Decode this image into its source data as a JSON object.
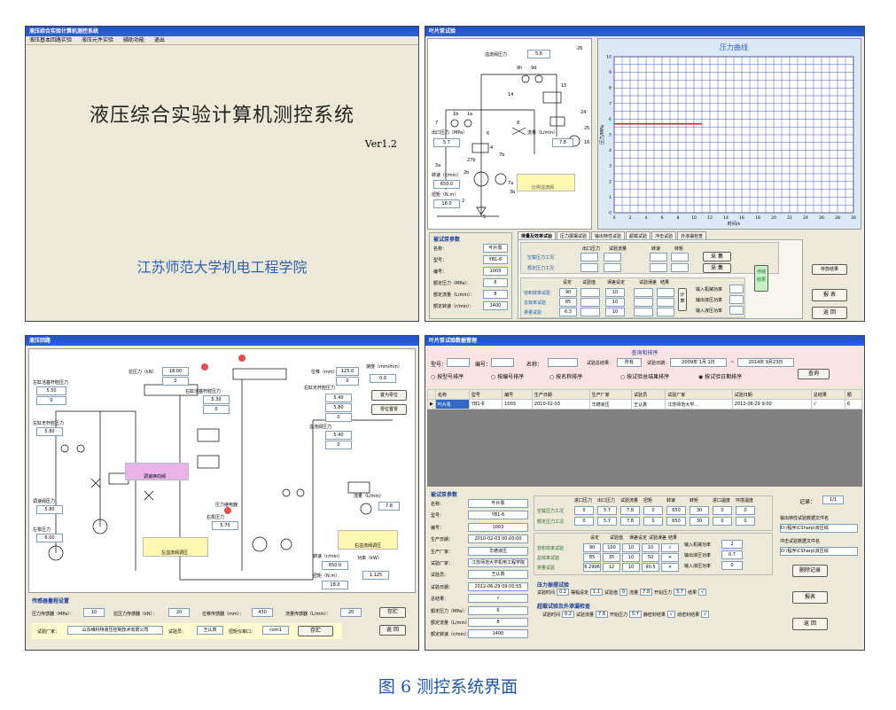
{
  "w1": {
    "title": "液压综合实验计算机测控系统",
    "menu": [
      "液压基本回路实验",
      "液压元件实验",
      "辅助功能",
      "退出"
    ],
    "heading": "液压综合实验计算机测控系统",
    "version": "Ver1.2",
    "org": "江苏师范大学机电工程学院"
  },
  "w2": {
    "title": "叶片泵试验",
    "chart_title": "压力曲线",
    "x_label": "时间/s",
    "y_label": "压力/MPa",
    "overflow_label": "溢流阀压力",
    "overflow_value": "5.6",
    "outlet_label": "出口压力（MPa）",
    "outlet_value": "5.7",
    "flow_label": "流量（L/min）",
    "flow_value": "7.8",
    "speed_label": "转速（r/min）",
    "speed_value": "650.0",
    "torque_label": "扭矩（N.m）",
    "torque_value": "18.0",
    "valve_label": "比例溢流阀",
    "comp": [
      "1b",
      "1a",
      "2",
      "3a",
      "3b",
      "4",
      "5",
      "6",
      "7",
      "7a",
      "7b",
      "8",
      "9h",
      "9d",
      "14",
      "15",
      "16",
      "24",
      "25",
      "26",
      "27b",
      "2b"
    ],
    "pump_params_title": "被试泵参数",
    "pump_params": [
      {
        "label": "名称：",
        "value": "叶片泵"
      },
      {
        "label": "型号：",
        "value": "YB1-6"
      },
      {
        "label": "编号：",
        "value": "1003"
      },
      {
        "label": "额定压力（MPa）：",
        "value": "6"
      },
      {
        "label": "额定流量（L/min）：",
        "value": "8"
      },
      {
        "label": "额定转速（r/min）：",
        "value": "1400"
      }
    ],
    "tabs": [
      "排量及效率试验",
      "压力振摆试验",
      "输出特性试验",
      "超载试验",
      "冲击试验",
      "外渗漏检查"
    ],
    "cond_headers": [
      "出口压力",
      "试验流量",
      "转速",
      "转矩"
    ],
    "cond_rows": [
      "空载压力工况",
      "额定压力工况"
    ],
    "collect": "采 集",
    "eff_headers": [
      "设定",
      "试验值",
      "误差设定",
      "试验误差",
      "结果"
    ],
    "eff_rows": [
      {
        "label": "容积效率试验",
        "set": "90",
        "err": "10"
      },
      {
        "label": "总效率试验",
        "set": "85",
        "err": "10"
      },
      {
        "label": "排量试验",
        "set": "6.3",
        "err": "10"
      }
    ],
    "calc": "计算",
    "save": "存储结果",
    "power_labels": [
      "输入机械功率",
      "输出液压功率",
      "输入液压功率"
    ],
    "side_buttons": [
      "存放结果",
      "报 表",
      "返 回"
    ]
  },
  "w3": {
    "title": "液压回路",
    "pull_label": "拉压力（kN）",
    "pull_value": "18.00",
    "pull_value2": "0",
    "disp_label": "位移（mm）",
    "disp_value": "125.0",
    "disp_value2": "0",
    "vel_label": "速度（mm/min）",
    "vel_value": "0.0",
    "lrod_label": "左缸活塞杆腔压力",
    "lrod_value": "5.50",
    "lrod_value2": "0",
    "lcap_label": "左缸无杆腔压力",
    "lcap_value": "5.80",
    "rrod_label": "右缸活塞杆腔压力",
    "rrod_value": "5.30",
    "rrod_value2": "0",
    "rcap_label": "右缸无杆腔压力",
    "rcap_value": "5.40",
    "right_p1": "5.80",
    "right_p2": "0",
    "relief_label": "溢流阀压力",
    "relief_value": "5.40",
    "relief_value2": "0",
    "speed_reg_label": "调速阀压力",
    "speed_reg_value": "5.80",
    "left_pump_label": "左泵压力",
    "left_pump_value": "6.00",
    "right_pump_label": "右泵压力",
    "right_pump_value": "5.70",
    "flow_label": "流量（L/min）",
    "flow_value": "7.8",
    "speed_label": "转速（r/min）",
    "speed_value": "650.0",
    "power_label": "功率（kW）",
    "power_value": "1.125",
    "torque_label": "扭矩（N.m）",
    "torque_value": "18.0",
    "btn_zero": "置为零位",
    "btn_stop": "零位置零",
    "pressure_relay": "压力继电器",
    "speed_valve": "调速换向阀",
    "left_valve": "左溢流阀调压",
    "right_valve": "右溢流阀调压",
    "sensor_title": "传感器量程设置",
    "sensors": [
      {
        "label": "压力传感器（MPa）：",
        "value": "10"
      },
      {
        "label": "拉压力传感器（kN）：",
        "value": "20"
      },
      {
        "label": "位移传感器（mm）：",
        "value": "430"
      },
      {
        "label": "流量传感器（L/min）：",
        "value": "20"
      }
    ],
    "maker_label": "试验厂家：",
    "maker_value": "山东维科特液压控制技术有限公司",
    "tester_label": "试验员：",
    "tester_value": "王认真",
    "port_label": "扭矩仪串口：",
    "port_value": "com1",
    "save": "存贮",
    "back": "返 回"
  },
  "w4": {
    "title": "叶片泵试验数据管理",
    "query_title": "查询和排序",
    "type_label": "型号：",
    "no_label": "编号：",
    "name_label": "名称：",
    "result_label": "试验总结果：",
    "result_value": "所有",
    "date_label": "试验日期：",
    "date_from": "2009年 1月 1日",
    "date_to": "2014年 9月23日",
    "query_btn": "查询",
    "sorts": [
      "按型号排序",
      "按编号排序",
      "按名称排序",
      "按试验总结果排序",
      "按试验日期排序"
    ],
    "col_headers": [
      "名称",
      "型号",
      "编号",
      "生产日期",
      "生产厂家",
      "试验员",
      "试验厂家",
      "试验日期",
      "总结果",
      "额"
    ],
    "row": [
      "叶片泵",
      "YB1-6",
      "1003",
      "2010-02-03",
      "华德液压",
      "王认真",
      "江苏师范大学...",
      "2012-06-29 9:00",
      "√",
      "6"
    ],
    "params_title": "被试泵参数",
    "params": [
      {
        "label": "名称：",
        "value": "叶片泵"
      },
      {
        "label": "型号：",
        "value": "YB1-6"
      },
      {
        "label": "编号：",
        "value": "1003"
      },
      {
        "label": "生产日期：",
        "value": "2010-02-03 00:00:00"
      },
      {
        "label": "生产厂家：",
        "value": "华德液压"
      },
      {
        "label": "试验厂家：",
        "value": "江苏师范大学机电工程学院"
      },
      {
        "label": "试验员：",
        "value": "王认真"
      },
      {
        "label": "试验日期：",
        "value": "2012-06-29 09:00:55"
      },
      {
        "label": "总结果：",
        "value": "√"
      },
      {
        "label": "额定压力（MPa）：",
        "value": "6"
      },
      {
        "label": "额定流量（L/min）：",
        "value": "8"
      },
      {
        "label": "额定转速（r/min）：",
        "value": "1400"
      }
    ],
    "cond_headers": [
      "进口压力",
      "出口压力",
      "试验流量",
      "扭矩",
      "转速",
      "转矩",
      "进口温度",
      "环境温度"
    ],
    "cond_rows": [
      {
        "label": "空载压力工况",
        "vals": [
          "0",
          "5.7",
          "7.8",
          "0",
          "650",
          "30",
          "0",
          "0"
        ]
      },
      {
        "label": "额定压力工况",
        "vals": [
          "0",
          "5.7",
          "7.8",
          "0",
          "650",
          "30",
          "0",
          "0"
        ]
      }
    ],
    "eff_headers": [
      "设定",
      "试验值",
      "误差设定",
      "试验误差",
      "结果"
    ],
    "eff_rows": [
      {
        "label": "容积效率试验",
        "vals": [
          "90",
          "100",
          "10",
          "10",
          "√"
        ]
      },
      {
        "label": "总效率试验",
        "vals": [
          "85",
          "35",
          "10",
          "50",
          "×"
        ]
      },
      {
        "label": "排量试验",
        "vals": [
          "6.2996",
          "12",
          "10",
          "90.5",
          "×"
        ]
      }
    ],
    "power_rows": [
      {
        "label": "输入机械功率",
        "value": "2"
      },
      {
        "label": "输出液压功率",
        "value": "0.7"
      },
      {
        "label": "输入液压功率",
        "value": "0"
      }
    ],
    "swing_title": "压力振摆试验",
    "swing_line": [
      "试验时间",
      "0.2",
      "摆幅设定",
      "1.1",
      "试验值",
      "0",
      "流量",
      "7.8",
      "开始压力",
      "5.7",
      "结果",
      "√"
    ],
    "over_title": "超载试验及外渗漏检查",
    "over_line": [
      "试验时间",
      "0.2",
      "试验流量",
      "7.8",
      "开始压力",
      "5.7",
      "静密封结果",
      "√",
      "动密封结果",
      "√"
    ],
    "record_label": "记录：",
    "record_value": "1/1",
    "out_file_label": "输出特性试验数据文件名",
    "out_file_value": "D:\\程序\\CSharp\\液压综",
    "impact_file_label": "冲击试验数据文件名",
    "impact_file_value": "D:\\程序\\CSharp\\液压综",
    "buttons": [
      "删除记录",
      "报表",
      "返 回"
    ]
  },
  "caption": "图 6 测控系统界面",
  "chart_data": {
    "type": "line",
    "title": "压力曲线",
    "xlabel": "时间/s",
    "ylabel": "压力/MPa",
    "xlim": [
      0,
      30
    ],
    "ylim": [
      0,
      10
    ],
    "x_ticks": [
      0,
      2,
      4,
      6,
      8,
      10,
      12,
      14,
      16,
      18,
      20,
      22,
      24,
      26,
      28,
      30
    ],
    "y_ticks": [
      0,
      1,
      2,
      3,
      4,
      5,
      6,
      7,
      8,
      9,
      10
    ],
    "series": [
      {
        "x": [
          0,
          11
        ],
        "y": [
          5.7,
          5.7
        ],
        "color": "#e02020"
      }
    ],
    "grid": true
  }
}
